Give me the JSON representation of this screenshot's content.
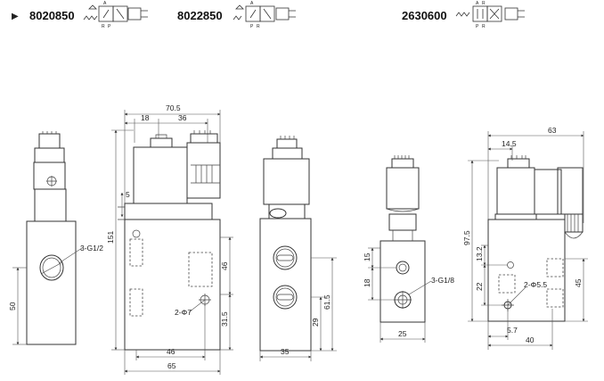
{
  "header": {
    "marker": "▶",
    "models": [
      "8020850",
      "8022850",
      "2630600"
    ]
  },
  "symbol_port_letters": [
    "A",
    "R",
    "P"
  ],
  "left_view": {
    "dims": {
      "height": "50",
      "port": "3-G1/2"
    }
  },
  "front_view": {
    "dims": {
      "overall_width": "70.5",
      "seg_a": "18",
      "seg_b": "36",
      "height": "151",
      "small": "5",
      "port_spacing": "46",
      "hole": "2-Φ7",
      "lower": "31.5",
      "base_pitch": "46",
      "base_width": "65"
    }
  },
  "side_view": {
    "dims": {
      "height_a": "61.5",
      "height_b": "29",
      "width": "35"
    }
  },
  "small_side_view": {
    "dims": {
      "d15": "15",
      "d18": "18",
      "port": "3-G1/8",
      "width": "25"
    }
  },
  "small_front_view": {
    "dims": {
      "width": "63",
      "offset": "14.5",
      "height": "97.5",
      "d13": "13.2",
      "d22": "22",
      "hole": "2-Φ5.5",
      "d45": "45",
      "d5_7": "5.7",
      "base_width": "40"
    }
  }
}
